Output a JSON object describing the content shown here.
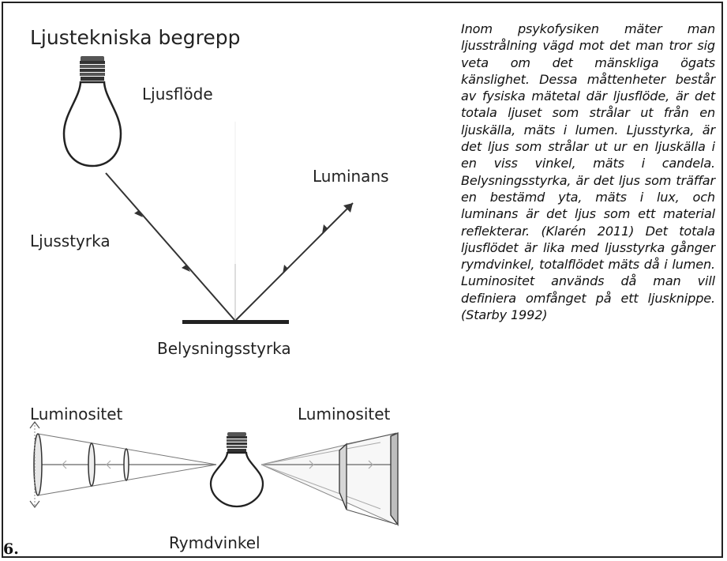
{
  "diagram": {
    "title": "Ljustekniska begrepp",
    "labels": {
      "ljusflode": "Ljusflöde",
      "luminans": "Luminans",
      "ljusstyrka": "Ljusstyrka",
      "belysningsstyrka": "Belysningsstyrka",
      "luminositet_left": "Luminositet",
      "luminositet_right": "Luminositet",
      "rymdvinkel": "Rymdvinkel"
    }
  },
  "caption": {
    "text": "Inom psykofysiken mäter man ljusstrålning vägd mot det man tror sig veta om det mänskliga ögats känslighet. Dessa måttenheter består av fysiska mätetal där ljusflöde, är det totala ljuset som strålar ut från en ljuskälla, mäts i lumen. Ljusstyrka, är det ljus som strålar ut ur en ljuskälla i en viss vinkel, mäts i candela. Belysningsstyrka, är det ljus som träffar en bestämd yta, mäts i lux, och luminans är det ljus som ett material reflekterar. (Klarén 2011) Det totala ljusflödet är lika med ljusstyrka gånger rymdvinkel, totalflödet mäts då i lumen. Luminositet används då man vill definiera omfånget på ett ljusknippe. (Starby 1992)"
  },
  "figure_number": "6."
}
